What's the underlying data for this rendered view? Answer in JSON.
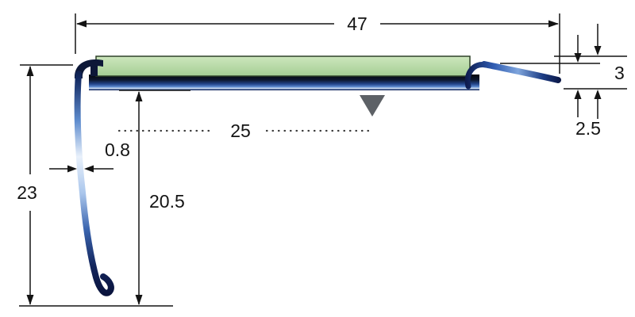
{
  "diagram": {
    "type": "technical-cross-section",
    "subject": "stair-nosing-profile",
    "dims": {
      "overall_width": "47",
      "overall_height_right": "3",
      "metal_height_right": "2.5",
      "insert_reference": "25",
      "wall_thickness": "0.8",
      "leg_height": "20.5",
      "overall_height_left": "23"
    },
    "colors": {
      "insert_green": "#b6d8a8",
      "metal_blue": "#23458c",
      "metal_dark": "#0d1838",
      "dimension_line": "#141414",
      "marker_gray": "#5d6166",
      "background": "#ffffff"
    }
  }
}
